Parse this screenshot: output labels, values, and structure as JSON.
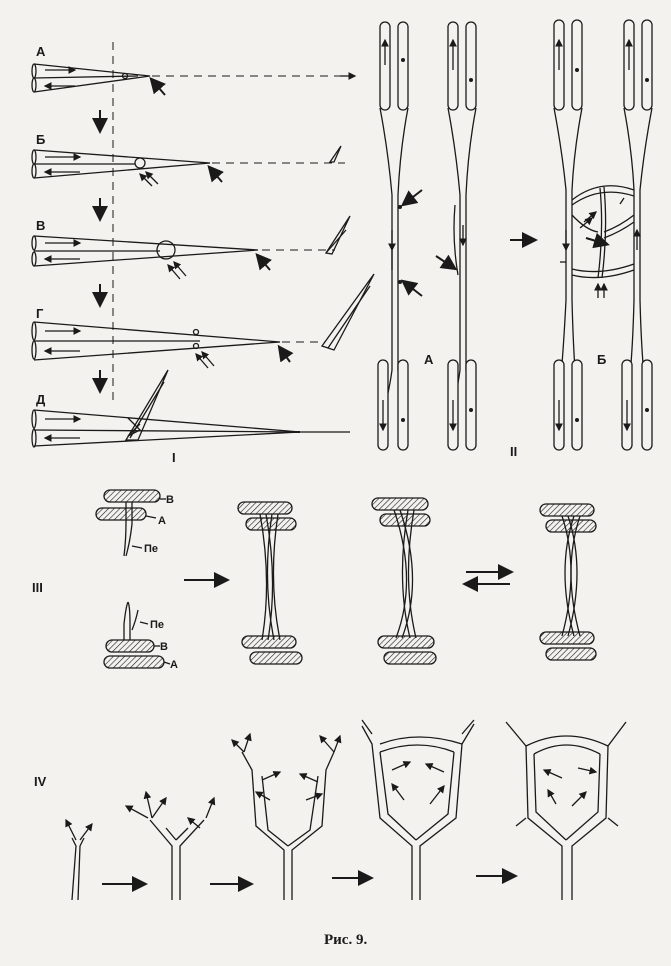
{
  "figure": {
    "caption": "Рис. 9.",
    "panels": {
      "I": {
        "label": "I",
        "stages": [
          "А",
          "Б",
          "В",
          "Г",
          "Д"
        ]
      },
      "II": {
        "label": "II",
        "sub": [
          "А",
          "Б"
        ]
      },
      "III": {
        "label": "III",
        "parts": [
          "В",
          "А",
          "Пе",
          "Пе",
          "В",
          "А"
        ]
      },
      "IV": {
        "label": "IV"
      }
    }
  }
}
